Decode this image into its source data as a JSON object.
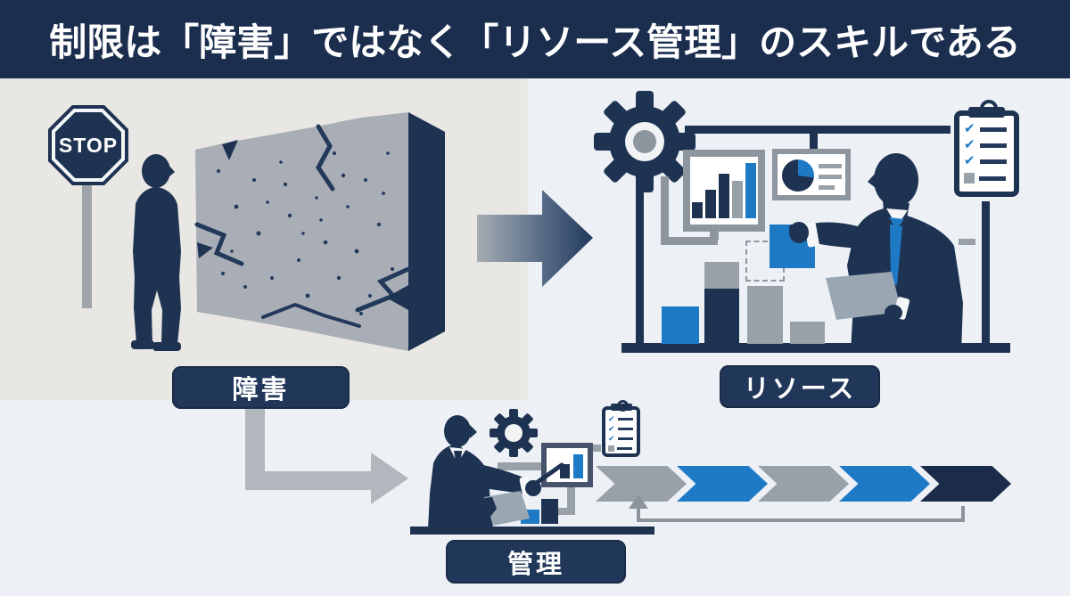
{
  "header": {
    "title": "制限は「障害」ではなく「リソース管理」のスキルである"
  },
  "obstacle_scene": {
    "label": "障害",
    "stop_sign": "STOP"
  },
  "resource_scene": {
    "label": "リソース"
  },
  "management_scene": {
    "label": "管理"
  },
  "icons": {
    "check": "✔"
  },
  "colors": {
    "header_navy": "#1b2e4e",
    "navy": "#1e3352",
    "label_navy": "#21375a",
    "accent_blue": "#1f7ac6",
    "gray": "#98a0a8",
    "light_gray_arrow": "#b2b7bd",
    "panel_bg": "#e8e7e3",
    "main_bg": "#edf1f6",
    "wall_gray": "#a9aeb6"
  }
}
